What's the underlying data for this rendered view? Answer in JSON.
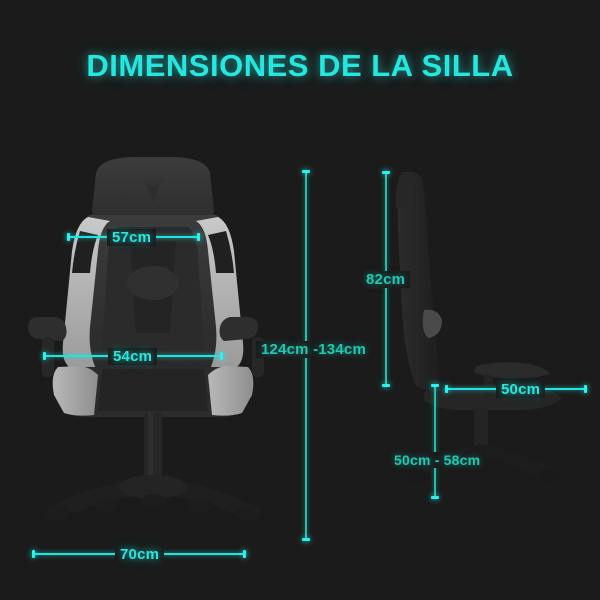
{
  "page": {
    "title": "DIMENSIONES DE LA SILLA",
    "background_color": "#1b1b1b",
    "accent_color": "#24e8e0",
    "accent_color_secondary": "#1fc9b4"
  },
  "figures": [
    {
      "name": "front-view-chair",
      "label": "Gaming chair front view"
    },
    {
      "name": "side-view-chair",
      "label": "Gaming chair side view"
    }
  ],
  "dimensions": {
    "backrest_width": {
      "value": "57cm",
      "orientation": "horizontal",
      "view": "front"
    },
    "seat_width": {
      "value": "54cm",
      "orientation": "horizontal",
      "view": "front"
    },
    "total_height": {
      "value": "124cm -134cm",
      "orientation": "vertical",
      "view": "front"
    },
    "base_width": {
      "value": "70cm",
      "orientation": "horizontal",
      "view": "front"
    },
    "backrest_height": {
      "value": "82cm",
      "orientation": "vertical",
      "view": "side"
    },
    "seat_depth": {
      "value": "50cm",
      "orientation": "horizontal",
      "view": "side"
    },
    "seat_height": {
      "value": "50cm - 58cm",
      "orientation": "vertical",
      "view": "side"
    }
  }
}
